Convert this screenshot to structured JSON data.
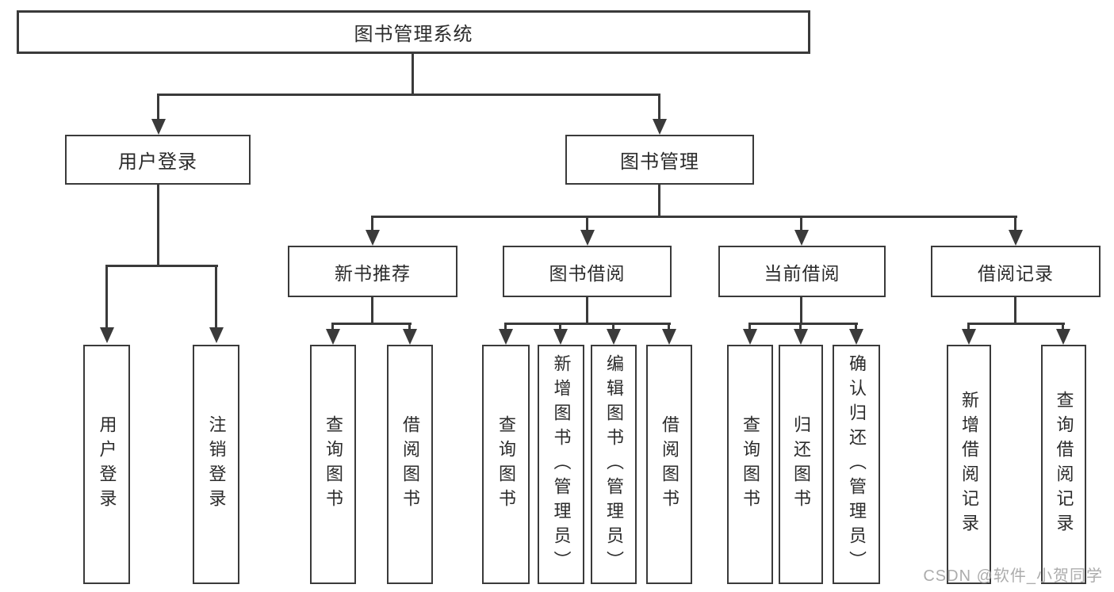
{
  "diagram": {
    "title": "图书管理系统",
    "level2": [
      "用户登录",
      "图书管理"
    ],
    "level3": [
      "新书推荐",
      "图书借阅",
      "当前借阅",
      "借阅记录"
    ],
    "leaves": {
      "user_login": [
        "用户登录",
        "注销登录"
      ],
      "new_books": [
        "查询图书",
        "借阅图书"
      ],
      "book_borrow": [
        "查询图书",
        "新增图书（管理员）",
        "编辑图书（管理员）",
        "借阅图书"
      ],
      "current_borrow": [
        "查询图书",
        "归还图书",
        "确认归还（管理员）"
      ],
      "borrow_records": [
        "新增借阅记录",
        "查询借阅记录"
      ]
    },
    "watermark": "CSDN @软件_小贺同学",
    "colors": {
      "line": "#3a3a3a",
      "text": "#2b2b2b",
      "watermark": "#acacac",
      "background": "#ffffff"
    }
  }
}
